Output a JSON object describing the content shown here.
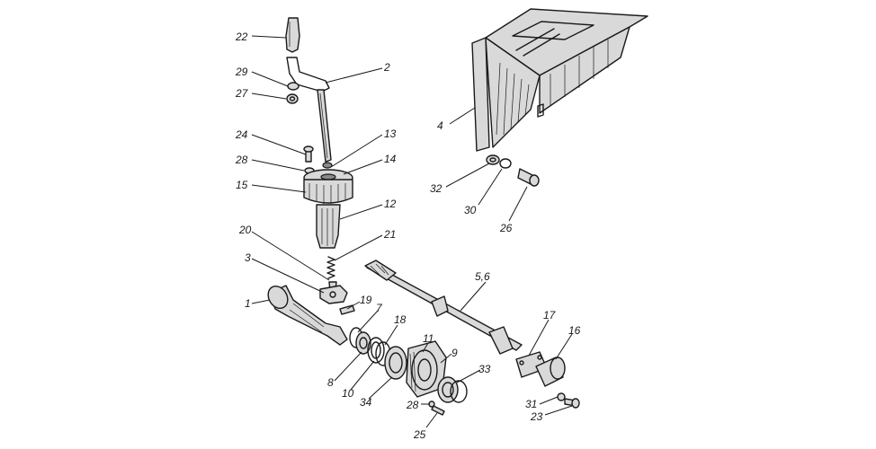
{
  "callouts": {
    "c1": "1",
    "c2": "2",
    "c3": "3",
    "c4": "4",
    "c56": "5,6",
    "c7": "7",
    "c8": "8",
    "c9": "9",
    "c10": "10",
    "c11": "11",
    "c12": "12",
    "c13": "13",
    "c14": "14",
    "c15": "15",
    "c16": "16",
    "c17": "17",
    "c18": "18",
    "c19": "19",
    "c20": "20",
    "c21": "21",
    "c22": "22",
    "c23": "23",
    "c24": "24",
    "c25": "25",
    "c26": "26",
    "c27": "27",
    "c28a": "28",
    "c28b": "28",
    "c29": "29",
    "c30": "30",
    "c31": "31",
    "c32": "32",
    "c33": "33",
    "c34": "34"
  }
}
